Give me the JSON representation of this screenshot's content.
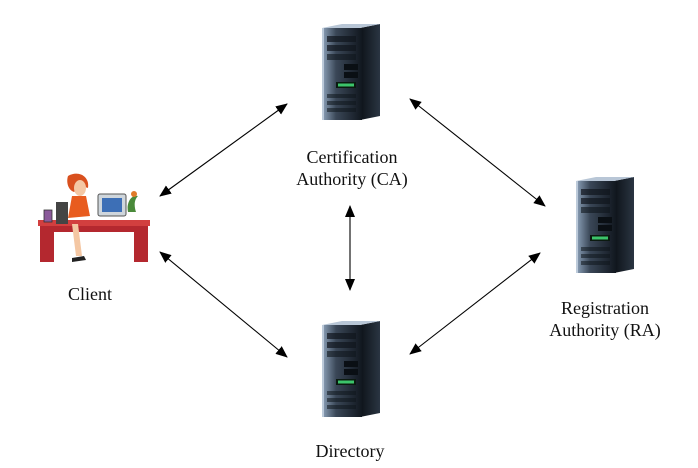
{
  "nodes": {
    "ca": {
      "line1": "Certification",
      "line2": "Authority (CA)",
      "icon": "server-icon"
    },
    "client": {
      "label": "Client",
      "icon": "person-at-computer-icon"
    },
    "ra": {
      "line1": "Registration",
      "line2": "Authority (RA)",
      "icon": "server-icon"
    },
    "directory": {
      "label": "Directory",
      "icon": "server-icon"
    }
  },
  "edges": [
    {
      "from": "client",
      "to": "ca",
      "direction": "bidirectional"
    },
    {
      "from": "ca",
      "to": "ra",
      "direction": "bidirectional"
    },
    {
      "from": "ca",
      "to": "directory",
      "direction": "bidirectional"
    },
    {
      "from": "client",
      "to": "directory",
      "direction": "bidirectional"
    },
    {
      "from": "ra",
      "to": "directory",
      "direction": "bidirectional"
    }
  ],
  "colors": {
    "server_body": "#1c2530",
    "server_highlight": "#7f93aa",
    "server_led": "#3cc46a",
    "arrow": "#000000",
    "client_desk": "#b4282f",
    "client_hair": "#d9501e"
  }
}
